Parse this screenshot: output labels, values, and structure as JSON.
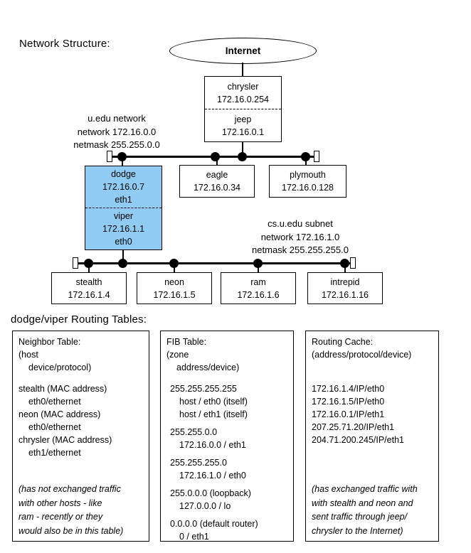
{
  "diagram": {
    "title": "Network Structure:",
    "internet_label": "Internet",
    "chrysler": {
      "name": "chrysler",
      "ip": "172.16.0.254"
    },
    "jeep": {
      "name": "jeep",
      "ip": "172.16.0.1"
    },
    "uedu_label": [
      "u.edu network",
      "network 172.16.0.0",
      "netmask 255.255.0.0"
    ],
    "csuedu_label": [
      "cs.u.edu subnet",
      "network 172.16.1.0",
      "netmask 255.255.255.0"
    ],
    "dodge": {
      "name": "dodge",
      "ip": "172.16.0.7",
      "iface": "eth1"
    },
    "viper": {
      "name": "viper",
      "ip": "172.16.1.1",
      "iface": "eth0"
    },
    "eagle": {
      "name": "eagle",
      "ip": "172.16.0.34"
    },
    "plymouth": {
      "name": "plymouth",
      "ip": "172.16.0.128"
    },
    "stealth": {
      "name": "stealth",
      "ip": "172.16.1.4"
    },
    "neon": {
      "name": "neon",
      "ip": "172.16.1.5"
    },
    "ram": {
      "name": "ram",
      "ip": "172.16.1.6"
    },
    "intrepid": {
      "name": "intrepid",
      "ip": "172.16.1.16"
    }
  },
  "colors": {
    "router_fill": "#8FCBF2",
    "line": "#000000",
    "background": "#FFFFFF"
  },
  "tables": {
    "heading": "dodge/viper Routing Tables:",
    "neighbor": {
      "title": "Neighbor Table:",
      "key_lines": [
        "(host",
        "device/protocol)"
      ],
      "entries": [
        {
          "host": "stealth (MAC address)",
          "dev": "eth0/ethernet"
        },
        {
          "host": "neon (MAC address)",
          "dev": "eth0/ethernet"
        },
        {
          "host": "chrysler (MAC address)",
          "dev": "eth1/ethernet"
        }
      ],
      "note_lines": [
        "(has not exchanged traffic",
        "with other hosts - like",
        "ram - recently or they",
        "would also be in this table)"
      ]
    },
    "fib": {
      "title": "FIB Table:",
      "key_lines": [
        "(zone",
        "address/device)"
      ],
      "groups": [
        {
          "zone": "255.255.255.255",
          "routes": [
            "host / eth0 (itself)",
            "host / eth1 (itself)"
          ]
        },
        {
          "zone": "255.255.0.0",
          "routes": [
            "172.16.0.0 / eth1"
          ]
        },
        {
          "zone": "255.255.255.0",
          "routes": [
            "172.16.1.0 / eth0"
          ]
        },
        {
          "zone": "255.0.0.0 (loopback)",
          "routes": [
            "127.0.0.0 / lo"
          ]
        },
        {
          "zone": "0.0.0.0 (default router)",
          "routes": [
            "0 / eth1"
          ]
        }
      ]
    },
    "cache": {
      "title": "Routing Cache:",
      "key_lines": [
        "(address/protocol/device)"
      ],
      "entries": [
        "172.16.1.4/IP/eth0",
        "172.16.1.5/IP/eth0",
        "172.16.0.1/IP/eth1",
        "207.25.71.20/IP/eth1",
        "204.71.200.245/IP/eth1"
      ],
      "note_lines": [
        "(has exchanged traffic with",
        "with stealth and neon and",
        "sent traffic through jeep/",
        "chrysler to the Internet)"
      ]
    }
  }
}
